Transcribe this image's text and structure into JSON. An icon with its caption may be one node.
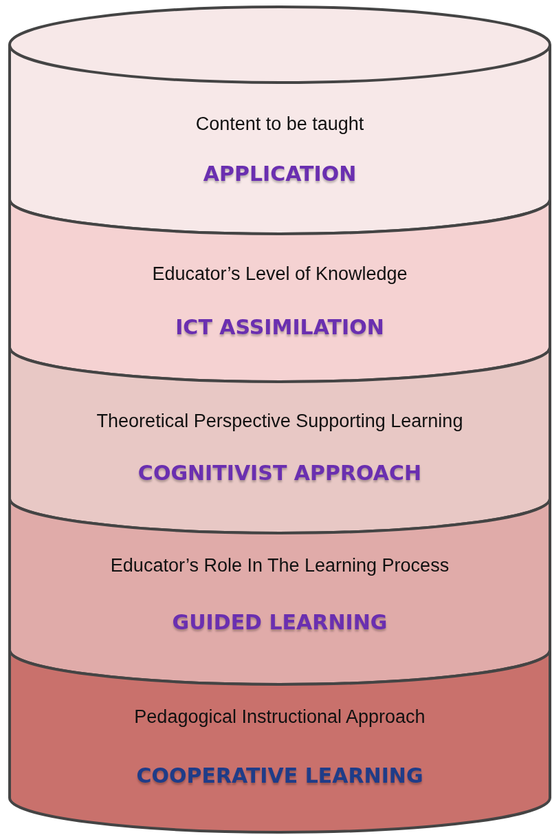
{
  "diagram": {
    "nodes": [
      {
        "text": [
          "Content to be taught",
          "APPLICATION"
        ]
      },
      {
        "text": [
          "Educator’s Level of Knowledge",
          "ICT ASSIMILATION"
        ]
      },
      {
        "text": [
          "Theoretical Perspective Supporting Learning",
          "COGNITIVIST APPROACH"
        ]
      },
      {
        "text": [
          "Educator’s Role In The Learning Process",
          "GUIDED LEARNING"
        ]
      },
      {
        "text": [
          "Pedagogical Instructional Approach",
          "COOPERATIVE LEARNING"
        ]
      }
    ]
  }
}
